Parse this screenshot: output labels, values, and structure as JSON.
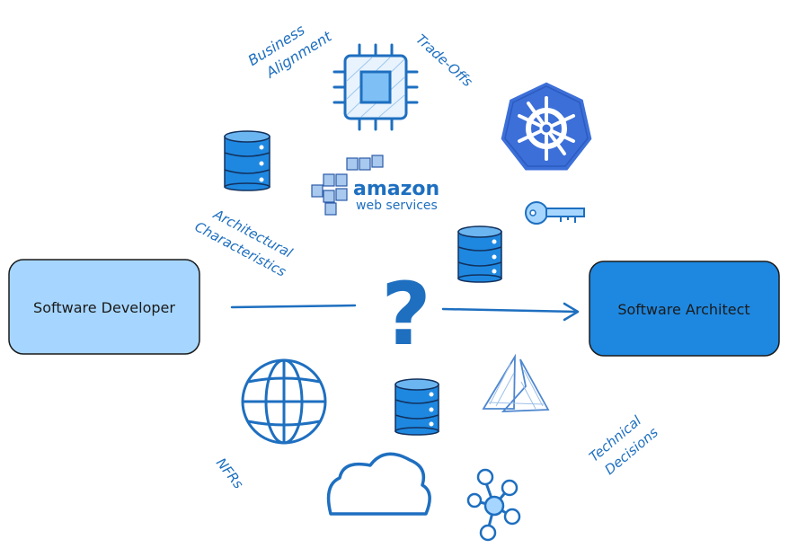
{
  "nodes": {
    "developer": {
      "label": "Software Developer",
      "fill": "#a6d6ff"
    },
    "architect": {
      "label": "Software Architect",
      "fill": "#1e88e0"
    }
  },
  "center_symbol": "?",
  "labels": {
    "business_line1": "Business",
    "business_line2": "Alignment",
    "tradeoffs": "Trade-Offs",
    "arch_line1": "Architectural",
    "arch_line2": "Characteristics",
    "nfrs": "NFRs",
    "tech_line1": "Technical",
    "tech_line2": "Decisions"
  },
  "aws": {
    "line1": "amazon",
    "line2": "web services"
  },
  "colors": {
    "accent": "#1e6fc0",
    "dark": "#12315e",
    "light": "#cfe6fb",
    "kube": "#3c6fd8"
  },
  "icons": [
    "cpu-chip-icon",
    "kubernetes-icon",
    "database-icon",
    "aws-logo",
    "key-icon",
    "globe-icon",
    "cloud-icon",
    "azure-icon",
    "graph-network-icon"
  ]
}
